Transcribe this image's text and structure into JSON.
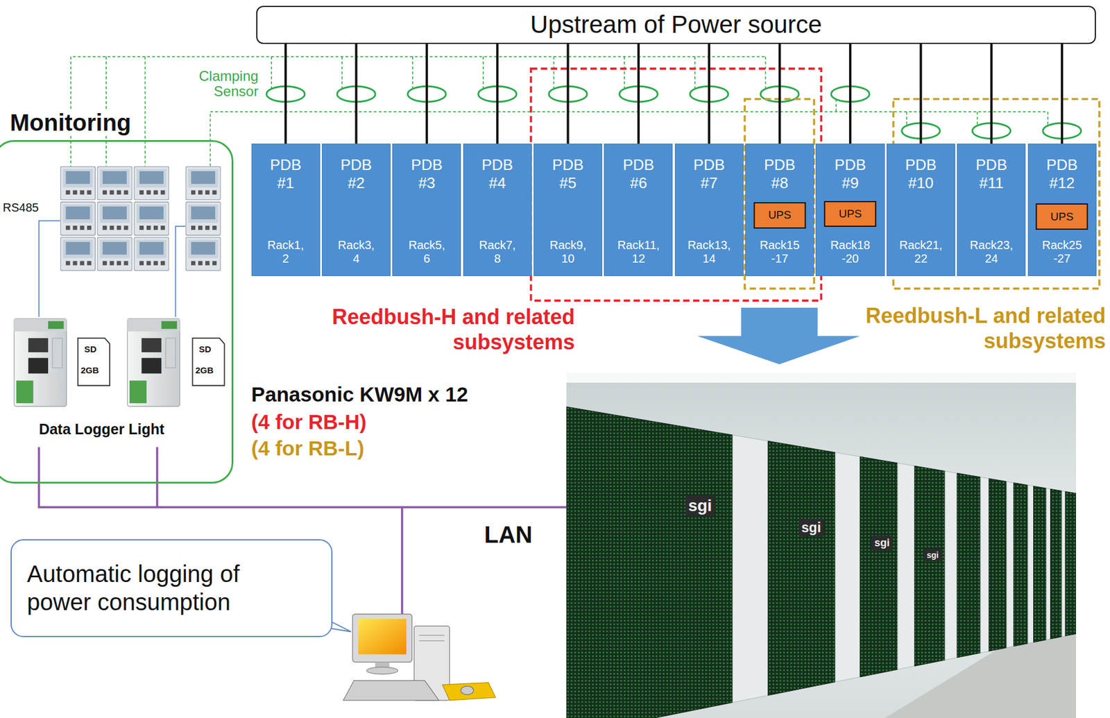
{
  "diagram": {
    "nodes": [
      {
        "text": [
          "Upstream of Power source"
        ]
      },
      {
        "text": [
          "PDB #1",
          "Rack1, 2"
        ]
      },
      {
        "text": [
          "PDB #2",
          "Rack3, 4"
        ]
      },
      {
        "text": [
          "PDB #3",
          "Rack5, 6"
        ]
      },
      {
        "text": [
          "PDB #4",
          "Rack7, 8"
        ]
      },
      {
        "text": [
          "PDB #5",
          "Rack9, 10"
        ]
      },
      {
        "text": [
          "PDB #6",
          "Rack11, 12"
        ]
      },
      {
        "text": [
          "PDB #7",
          "Rack13, 14"
        ]
      },
      {
        "text": [
          "PDB #8",
          "Rack15 -17"
        ]
      },
      {
        "text": [
          "UPS"
        ],
        "in": 8
      },
      {
        "text": [
          "PDB #9",
          "Rack18 -20"
        ]
      },
      {
        "text": [
          "UPS"
        ],
        "in": 10
      },
      {
        "text": [
          "PDB #10",
          "Rack21, 22"
        ]
      },
      {
        "text": [
          "PDB #11",
          "Rack23, 24"
        ]
      },
      {
        "text": [
          "PDB #12",
          "Rack25 -27"
        ]
      },
      {
        "text": [
          "UPS"
        ],
        "in": 14
      },
      {
        "text": [
          "Monitoring"
        ]
      },
      {
        "text": [
          "Automatic logging of power consumption"
        ]
      }
    ],
    "edges": [
      {
        "from": 0,
        "to": 1,
        "arrow": "none"
      },
      {
        "from": 0,
        "to": 2,
        "arrow": "none"
      },
      {
        "from": 0,
        "to": 3,
        "arrow": "none"
      },
      {
        "from": 0,
        "to": 4,
        "arrow": "none"
      },
      {
        "from": 0,
        "to": 5,
        "arrow": "none"
      },
      {
        "from": 0,
        "to": 6,
        "arrow": "none"
      },
      {
        "from": 0,
        "to": 7,
        "arrow": "none"
      },
      {
        "from": 0,
        "to": 8,
        "arrow": "none"
      },
      {
        "from": 0,
        "to": 10,
        "arrow": "none"
      },
      {
        "from": 0,
        "to": 12,
        "arrow": "none"
      },
      {
        "from": 0,
        "to": 13,
        "arrow": "none"
      },
      {
        "from": 0,
        "to": 14,
        "arrow": "none"
      }
    ],
    "labels": [
      "Clamping Sensor",
      "RS485",
      "SD",
      "2GB",
      "SD",
      "2GB",
      "Data Logger Light",
      "Reedbush-H and related subsystems",
      "Reedbush-L and related subsystems",
      "Panasonic KW9M x 12",
      "(4 for RB-H)",
      "(4 for RB-L)",
      "LAN",
      "sgi",
      "sgi",
      "sgi",
      "sgi"
    ]
  }
}
